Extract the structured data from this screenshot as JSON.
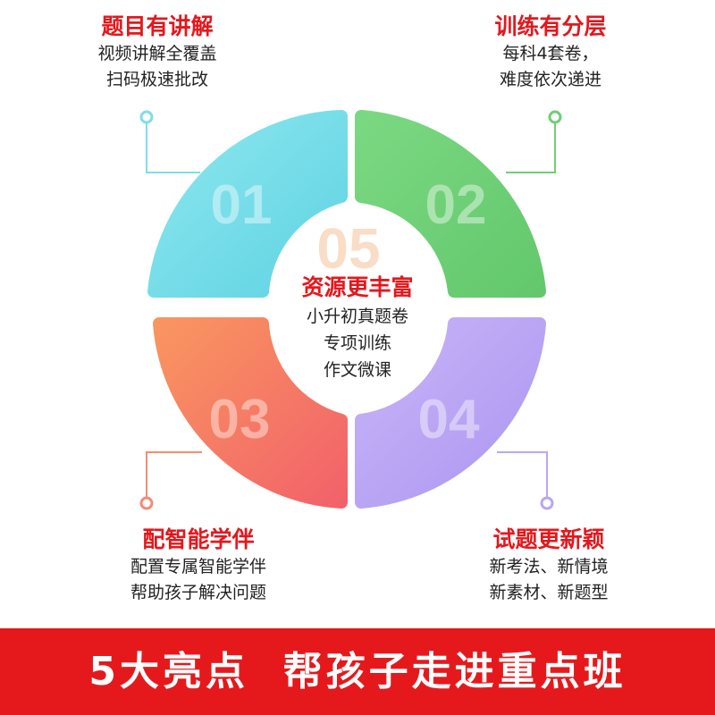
{
  "center": {
    "number": "05",
    "title": "资源更丰富",
    "lines": [
      "小升初真题卷",
      "专项训练",
      "作文微课"
    ]
  },
  "segments": [
    {
      "number": "01",
      "title": "题目有讲解",
      "lines": [
        "视频讲解全覆盖",
        "扫码极速批改"
      ],
      "color": "#7ee0e8"
    },
    {
      "number": "02",
      "title": "训练有分层",
      "lines": [
        "每科4套卷，",
        "难度依次递进"
      ],
      "color": "#72cf7a"
    },
    {
      "number": "03",
      "title": "配智能学伴",
      "lines": [
        "配置专属智能学伴",
        "帮助孩子解决问题"
      ],
      "color": "#f6775f"
    },
    {
      "number": "04",
      "title": "试题更新颖",
      "lines": [
        "新考法、新情境",
        "新素材、新题型"
      ],
      "color": "#b9a6f5"
    }
  ],
  "banner": {
    "slogan": "5大亮点  帮孩子走进重点班",
    "color": "#e5191c"
  }
}
